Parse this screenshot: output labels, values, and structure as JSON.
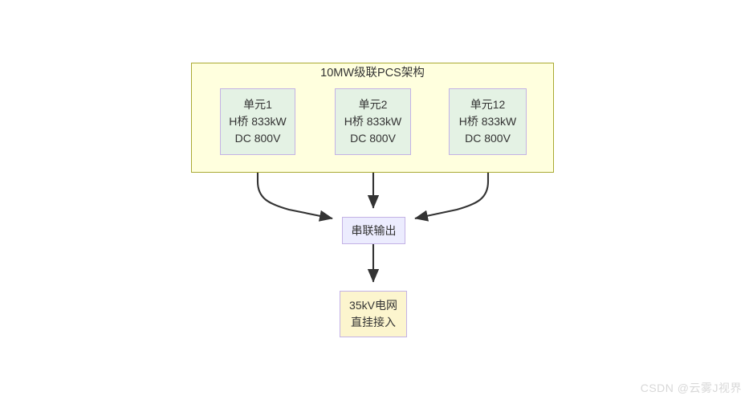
{
  "diagram": {
    "title": "10MW级联PCS架构",
    "background_color": "#ffffff",
    "cluster": {
      "label": "10MW级联PCS架构",
      "fill": "#ffffde",
      "stroke": "#aaaa33"
    },
    "nodes": [
      {
        "id": "unit-1",
        "lines": [
          "单元1",
          "H桥 833kW",
          "DC 800V"
        ],
        "fill": "#e4f2e4",
        "stroke": "#c3b2e5"
      },
      {
        "id": "unit-2",
        "lines": [
          "单元2",
          "H桥 833kW",
          "DC 800V"
        ],
        "fill": "#e4f2e4",
        "stroke": "#c3b2e5"
      },
      {
        "id": "unit-12",
        "lines": [
          "单元12",
          "H桥 833kW",
          "DC 800V"
        ],
        "fill": "#e4f2e4",
        "stroke": "#c3b2e5"
      },
      {
        "id": "series-output",
        "lines": [
          "串联输出"
        ],
        "fill": "#ececfe",
        "stroke": "#c3b2e5"
      },
      {
        "id": "grid-connection",
        "lines": [
          "35kV电网",
          "直挂接入"
        ],
        "fill": "#fcf5ce",
        "stroke": "#c3b2e5"
      }
    ],
    "edges": [
      {
        "id": "unit1-to-series",
        "from": "unit-1",
        "to": "series-output",
        "style": "curved"
      },
      {
        "id": "unit2-to-series",
        "from": "unit-2",
        "to": "series-output",
        "style": "straight"
      },
      {
        "id": "unit12-to-series",
        "from": "unit-12",
        "to": "series-output",
        "style": "curved"
      },
      {
        "id": "series-to-grid",
        "from": "series-output",
        "to": "grid-connection",
        "style": "straight"
      }
    ],
    "edge_color": "#333333"
  },
  "watermark": {
    "text": "CSDN @云雾J视界",
    "color": "#d8d8d8"
  }
}
